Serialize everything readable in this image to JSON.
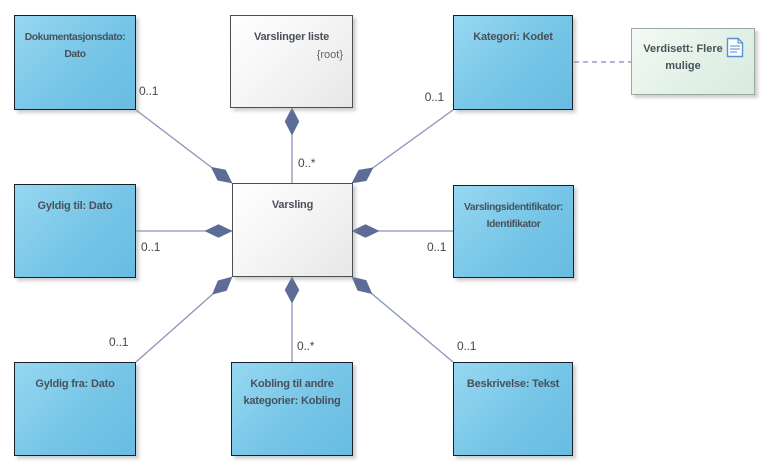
{
  "diagram": {
    "title_element": "Varsling",
    "nodes": {
      "varsling": {
        "label": "Varsling"
      },
      "varslinger_liste": {
        "title": "Varslinger liste",
        "stereotype": "{root}"
      },
      "dokumentasjonsdato": {
        "lines": [
          "Dokumentasjonsdato:",
          "Dato"
        ]
      },
      "kategori": {
        "label": "Kategori: Kodet"
      },
      "verdisett": {
        "lines": [
          "Verdisett:",
          "Flere mulige"
        ],
        "icon": "document-icon"
      },
      "gyldig_til": {
        "label": "Gyldig til: Dato"
      },
      "varslingsidentifikator": {
        "lines": [
          "Varslingsidentifikator:",
          "Identifikator"
        ]
      },
      "gyldig_fra": {
        "label": "Gyldig fra: Dato"
      },
      "kobling": {
        "lines": [
          "Kobling til andre",
          "kategorier: Kobling"
        ]
      },
      "beskrivelse": {
        "label": "Beskrivelse: Tekst"
      }
    },
    "multiplicities": {
      "dokumentasjonsdato": "0..1",
      "varslinger_liste": "0..*",
      "kategori": "0..1",
      "gyldig_til": "0..1",
      "varslingsidentifikator": "0..1",
      "gyldig_fra": "0..1",
      "kobling": "0..*",
      "beskrivelse": "0..1"
    },
    "colors": {
      "attribute_fill_light": "#97d8f1",
      "attribute_fill_dark": "#68bce2",
      "attribute_border": "#15202a",
      "plain_fill": "#ffffff",
      "note_fill": "#e2f1e7",
      "line": "#8b95bb",
      "diamond": "#5d6b97",
      "dashed_line": "#8289c5",
      "label_text": "#4a505a",
      "multiplicity_text": "#43474d"
    }
  }
}
